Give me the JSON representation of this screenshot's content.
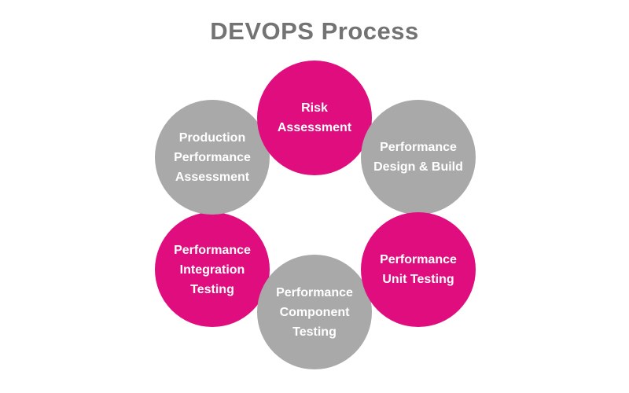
{
  "title": "DEVOPS Process",
  "colors": {
    "pink": "#e00d7f",
    "gray": "#a9a9a9",
    "title_gray": "#737373",
    "text_white": "#ffffff",
    "background": "#ffffff"
  },
  "process": {
    "steps": [
      {
        "label": "Risk Assessment",
        "lines": [
          "Risk",
          "Assessment"
        ],
        "color": "pink",
        "position": "top"
      },
      {
        "label": "Performance Design & Build",
        "lines": [
          "Performance",
          "Design & Build"
        ],
        "color": "gray",
        "position": "top-right"
      },
      {
        "label": "Performance Unit Testing",
        "lines": [
          "Performance",
          "Unit Testing"
        ],
        "color": "pink",
        "position": "bottom-right"
      },
      {
        "label": "Performance Component Testing",
        "lines": [
          "Performance",
          "Component",
          "Testing"
        ],
        "color": "gray",
        "position": "bottom"
      },
      {
        "label": "Performance Integration Testing",
        "lines": [
          "Performance",
          "Integration",
          "Testing"
        ],
        "color": "pink",
        "position": "bottom-left"
      },
      {
        "label": "Production Performance Assessment",
        "lines": [
          "Production",
          "Performance",
          "Assessment"
        ],
        "color": "gray",
        "position": "top-left"
      }
    ]
  }
}
